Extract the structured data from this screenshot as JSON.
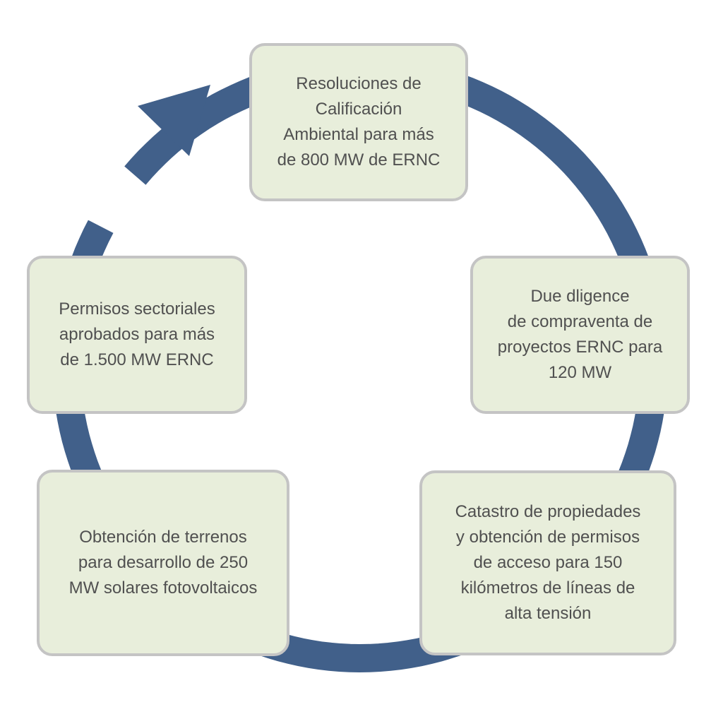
{
  "diagram": {
    "arrow_color": "#41608a",
    "box_fill": "#e8eedb",
    "box_border": "#c4c4c4",
    "text_color": "#505050",
    "nodes": [
      {
        "text": "Resoluciones de\nCalificación\nAmbiental para más\nde 800 MW de ERNC"
      },
      {
        "text": "Due dligence\nde compraventa de\nproyectos ERNC para\n120 MW"
      },
      {
        "text": "Catastro de propiedades\ny obtención de permisos\nde acceso para 150\nkilómetros de líneas de\nalta tensión"
      },
      {
        "text": "Obtención de terrenos\npara desarrollo de 250\nMW solares fotovoltaicos"
      },
      {
        "text": "Permisos sectoriales\naprobados para más\nde 1.500 MW ERNC"
      }
    ]
  }
}
